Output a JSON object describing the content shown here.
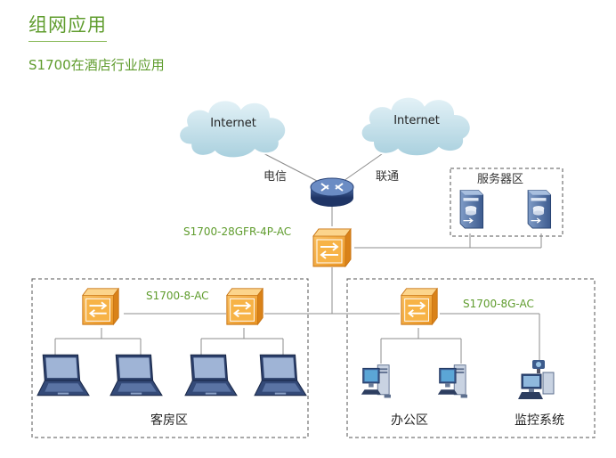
{
  "title": "组网应用",
  "subtitle": "S1700在酒店行业应用",
  "clouds": {
    "left": "Internet",
    "right": "Internet"
  },
  "isp": {
    "left": "电信",
    "right": "联通"
  },
  "core_switch": "S1700-28GFR-4P-AC",
  "server_zone": "服务器区",
  "guest_switch": "S1700-8-AC",
  "office_switch": "S1700-8G-AC",
  "zones": {
    "guest": "客房区",
    "office": "办公区",
    "monitor": "监控系统"
  },
  "colors": {
    "accent_green": "#5f9c2d",
    "switch_orange": "#f0a030",
    "cloud_blue": "#b9dbe8"
  }
}
